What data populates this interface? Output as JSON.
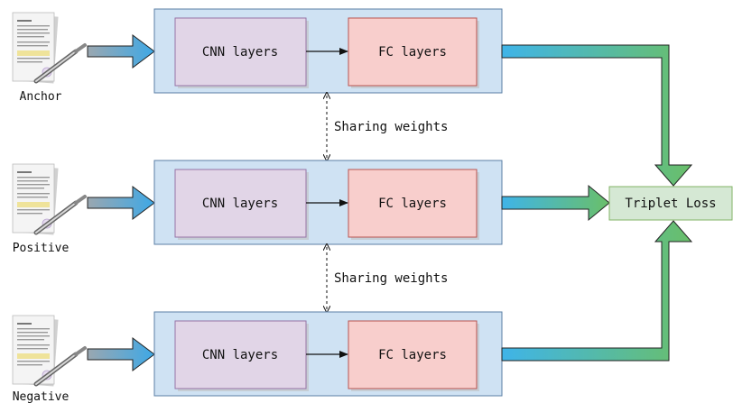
{
  "branches": [
    {
      "input_label": "Anchor",
      "cnn_label": "CNN layers",
      "fc_label": "FC layers"
    },
    {
      "input_label": "Positive",
      "cnn_label": "CNN layers",
      "fc_label": "FC layers"
    },
    {
      "input_label": "Negative",
      "cnn_label": "CNN layers",
      "fc_label": "FC layers"
    }
  ],
  "sharing_labels": [
    "Sharing weights",
    "Sharing weights"
  ],
  "loss_label": "Triplet Loss",
  "colors": {
    "outer_box": "#cfe2f3",
    "outer_border": "#5b7fa6",
    "cnn_box": "#e1d5e7",
    "cnn_border": "#9673a6",
    "fc_box": "#f8cecc",
    "fc_border": "#b85450",
    "loss_box": "#d5e8d4",
    "loss_border": "#82b366",
    "arrow_blue": "#4ab3e6",
    "arrow_green": "#6abf69"
  }
}
